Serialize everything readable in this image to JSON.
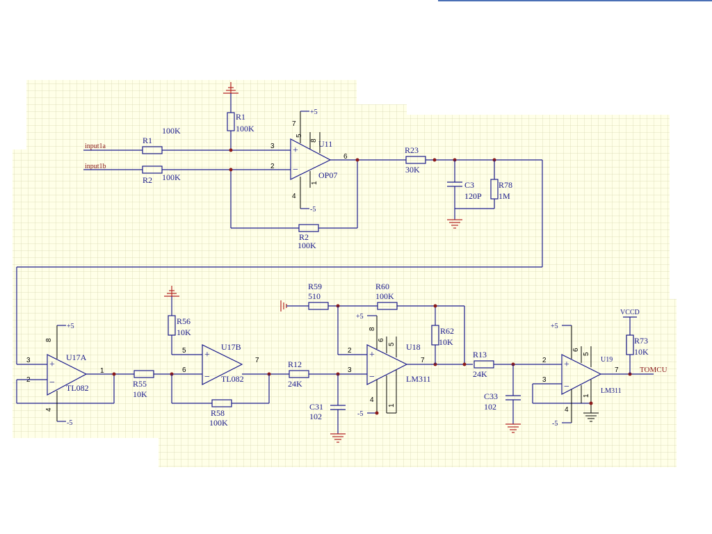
{
  "window": {
    "title_bar_accent": "#4a6fb5"
  },
  "colors": {
    "wire": "#1a1a8c",
    "grid": "#d8d8b0",
    "sheet": "#ffffe8",
    "junction": "#8b1a1a",
    "ground": "#b22222"
  },
  "nets": {
    "in_a": "input1a",
    "in_b": "input1b",
    "out": "TOMCU",
    "vccd": "VCCD"
  },
  "chips": {
    "u11": {
      "ref": "U11",
      "type": "OP07",
      "p3": "3",
      "p2": "2",
      "p6": "6",
      "p7": "7",
      "p4": "4",
      "p8": "8",
      "p5": "5",
      "p1": "1",
      "vpos": "+5",
      "vneg": "-5"
    },
    "u17a": {
      "ref": "U17A",
      "type": "TL082",
      "p3": "3",
      "p2": "2",
      "p1": "1",
      "p8": "8",
      "p4": "4",
      "vpos": "+5",
      "vneg": "-5"
    },
    "u17b": {
      "ref": "U17B",
      "type": "TL082",
      "p5": "5",
      "p6": "6",
      "p7": "7"
    },
    "u18": {
      "ref": "U18",
      "type": "LM311",
      "p2": "2",
      "p3": "3",
      "p7": "7",
      "p8": "8",
      "p6": "6",
      "p5": "5",
      "p4": "4",
      "p1": "1",
      "vpos": "+5",
      "vneg": "-5"
    },
    "u19": {
      "ref": "U19",
      "type": "LM311",
      "p2": "2",
      "p3": "3",
      "p7": "7",
      "p6": "6",
      "p5": "5",
      "p4": "4",
      "p1": "1",
      "vpos": "+5",
      "vneg": "-5"
    }
  },
  "parts": {
    "r1a": {
      "ref": "R1",
      "val": "100K"
    },
    "r2a": {
      "ref": "R2",
      "val": "100K"
    },
    "r1b": {
      "ref": "R1",
      "val": "100K"
    },
    "r2b": {
      "ref": "R2",
      "val": "100K"
    },
    "r23": {
      "ref": "R23",
      "val": "30K"
    },
    "c3": {
      "ref": "C3",
      "val": "120P"
    },
    "r78": {
      "ref": "R78",
      "val": "1M"
    },
    "r55": {
      "ref": "R55",
      "val": "10K"
    },
    "r56": {
      "ref": "R56",
      "val": "10K"
    },
    "r58": {
      "ref": "R58",
      "val": "100K"
    },
    "r12": {
      "ref": "R12",
      "val": "24K"
    },
    "c31": {
      "ref": "C31",
      "val": "102"
    },
    "r59": {
      "ref": "R59",
      "val": "510"
    },
    "r60": {
      "ref": "R60",
      "val": "100K"
    },
    "r62": {
      "ref": "R62",
      "val": "10K"
    },
    "r13": {
      "ref": "R13",
      "val": "24K"
    },
    "c33": {
      "ref": "C33",
      "val": "102"
    },
    "r73": {
      "ref": "R73",
      "val": "10K"
    }
  }
}
